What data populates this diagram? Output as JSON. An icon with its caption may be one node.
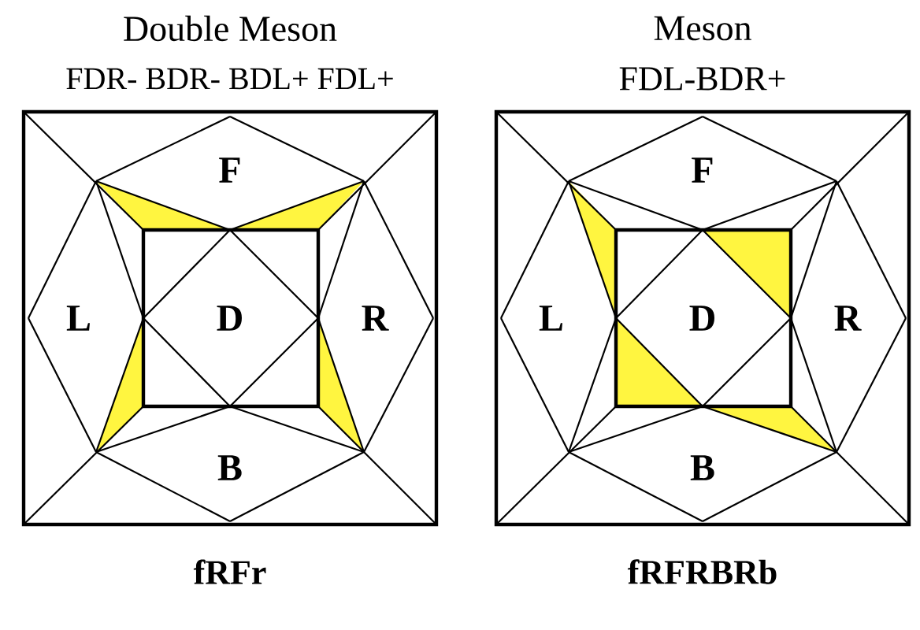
{
  "diagram": {
    "nodes": [
      {
        "text": [
          "F"
        ]
      },
      {
        "text": [
          "L"
        ]
      },
      {
        "text": [
          "D"
        ]
      },
      {
        "text": [
          "R"
        ]
      },
      {
        "text": [
          "B"
        ]
      },
      {
        "text": [
          "F"
        ]
      },
      {
        "text": [
          "L"
        ]
      },
      {
        "text": [
          "D"
        ]
      },
      {
        "text": [
          "R"
        ]
      },
      {
        "text": [
          "B"
        ]
      }
    ],
    "labels": [
      "Double Meson",
      "Meson",
      "FDR- BDR- BDL+ FDL+",
      "FDL-BDR+",
      "fRFr",
      "fRFRBRb"
    ]
  }
}
